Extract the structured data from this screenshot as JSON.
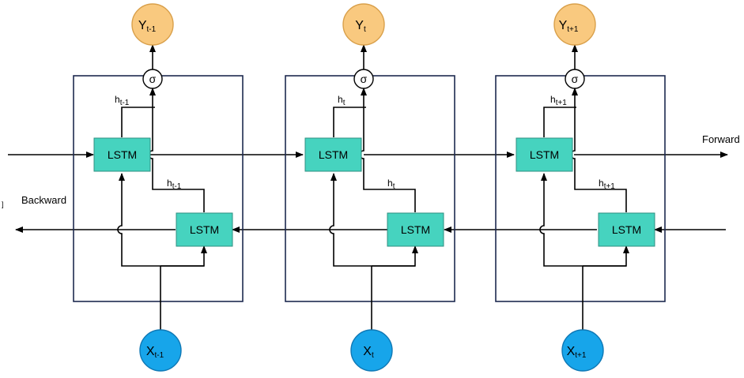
{
  "colors": {
    "lstm_fill": "#46d3bf",
    "lstm_stroke": "#2f8f80",
    "y_fill": "#f9c97f",
    "y_stroke": "#d9a04b",
    "x_fill": "#17a5ea",
    "x_stroke": "#0f78b5",
    "line": "#000000",
    "frame": "#1d2a4f"
  },
  "labels": {
    "forward": "Forward",
    "backward": "Backward",
    "lstm": "LSTM",
    "sigma": "σ",
    "left_mark": "]"
  },
  "blocks": [
    {
      "y_base": "Y",
      "y_sub": "t-1",
      "x_base": "X",
      "x_sub": "t-1",
      "hf_base": "h",
      "hf_sub": "t-1",
      "hb_base": "h",
      "hb_sub": "t-1"
    },
    {
      "y_base": "Y",
      "y_sub": "t",
      "x_base": "X",
      "x_sub": "t",
      "hf_base": "h",
      "hf_sub": "t",
      "hb_base": "h",
      "hb_sub": "t"
    },
    {
      "y_base": "Y",
      "y_sub": "t+1",
      "x_base": "X",
      "x_sub": "t+1",
      "hf_base": "h",
      "hf_sub": "t+1",
      "hb_base": "h",
      "hb_sub": "t+1"
    }
  ]
}
